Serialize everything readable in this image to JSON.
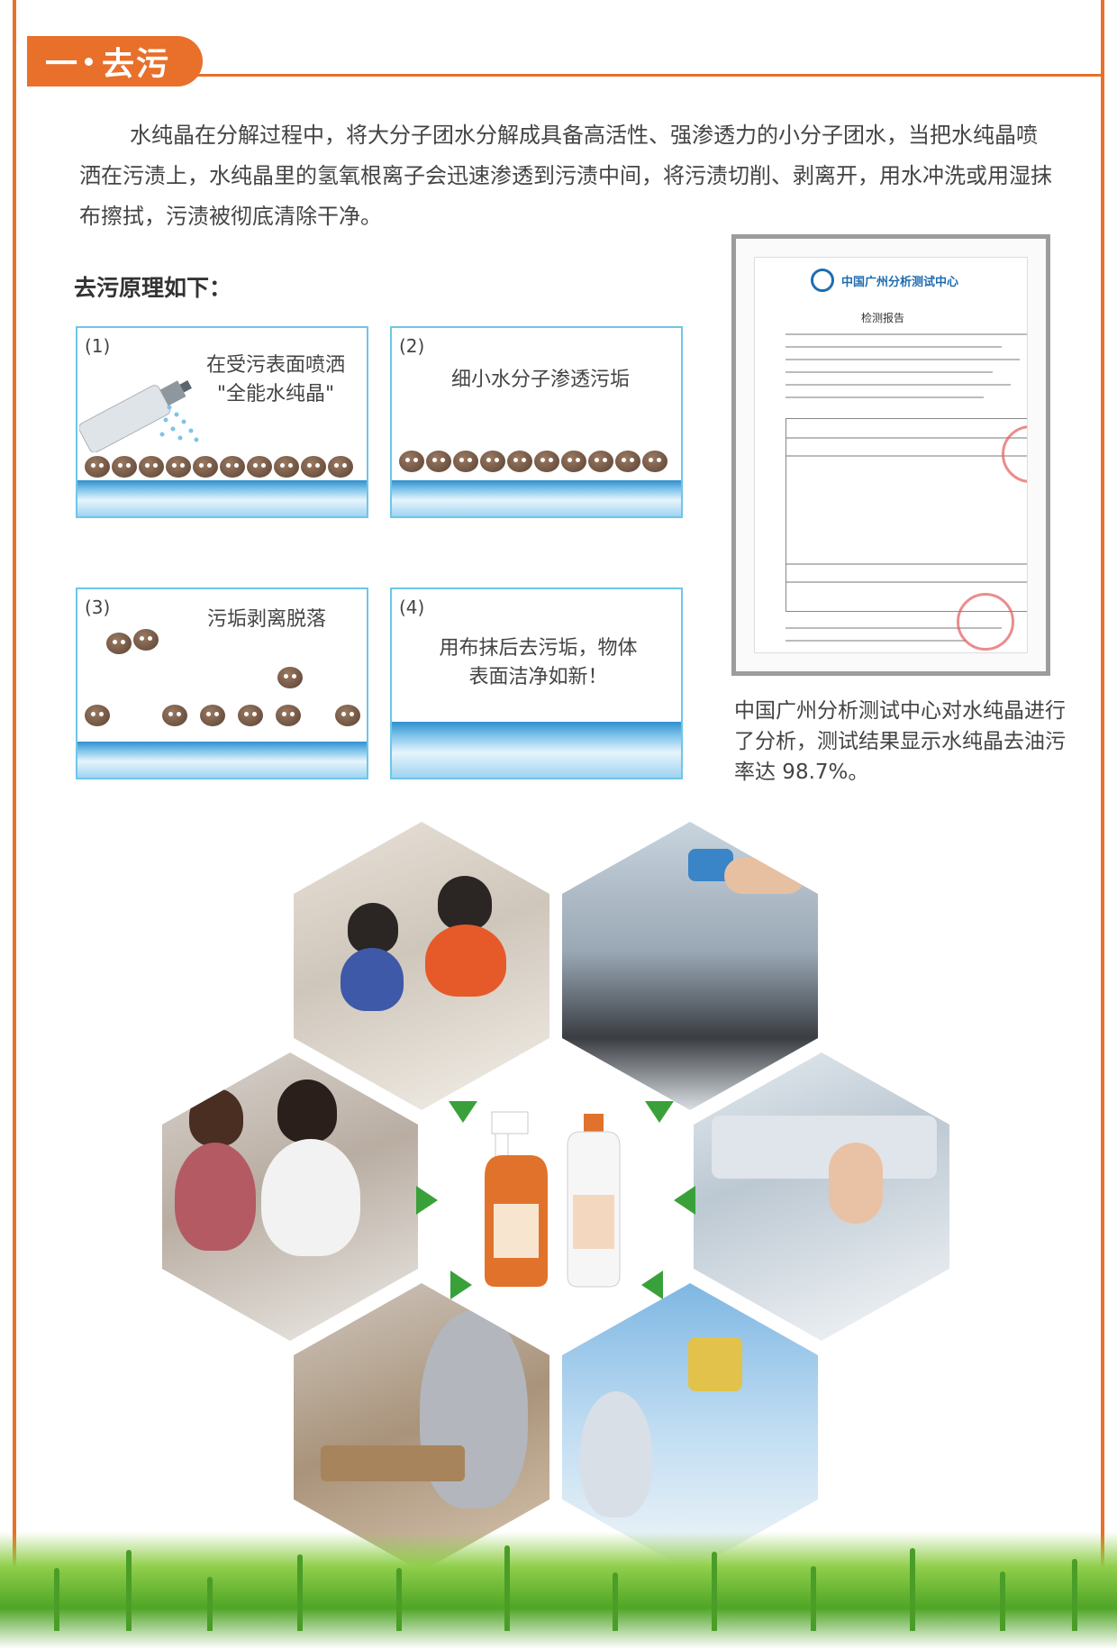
{
  "header": {
    "num": "一",
    "title": "去污"
  },
  "intro": "水纯晶在分解过程中，将大分子团水分解成具备高活性、强渗透力的小分子团水，当把水纯晶喷洒在污渍上，水纯晶里的氢氧根离子会迅速渗透到污渍中间，将污渍切削、剥离开，用水冲洗或用湿抹布擦拭，污渍被彻底清除干净。",
  "principle_title": "去污原理如下：",
  "panels": [
    {
      "num": "(1)",
      "line1": "在受污表面喷洒",
      "line2": "\"全能水纯晶\""
    },
    {
      "num": "(2)",
      "line1": "细小水分子渗透污垢"
    },
    {
      "num": "(3)",
      "line1": "污垢剥离脱落"
    },
    {
      "num": "(4)",
      "line1": "用布抹后去污垢，物体",
      "line2": "表面洁净如新！"
    }
  ],
  "report": {
    "org": "中国广州分析测试中心",
    "doc_title": "检测报告"
  },
  "report_caption": "中国广州分析测试中心对水纯晶进行了分析，测试结果显示水纯晶去油污率达 98.7%。",
  "colors": {
    "accent": "#e8702a",
    "panel_border": "#6ec6e8",
    "arrow": "#3aa13a"
  }
}
